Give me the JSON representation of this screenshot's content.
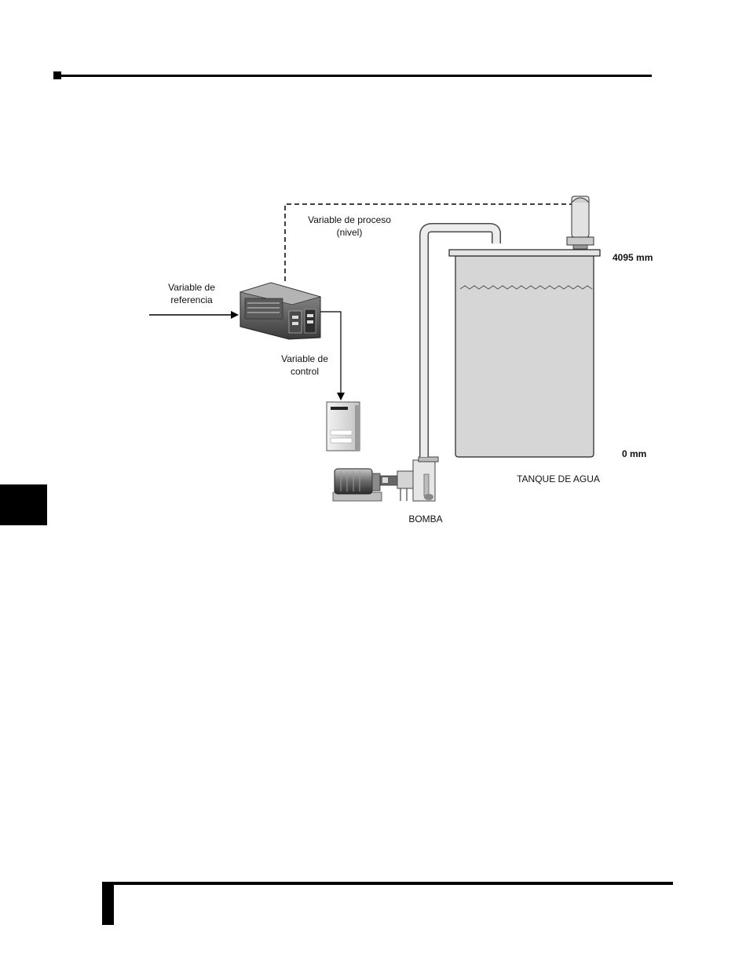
{
  "labels": {
    "process_variable_line1": "Variable de proceso",
    "process_variable_line2": "(nivel)",
    "reference_variable_line1": "Variable de",
    "reference_variable_line2": "referencia",
    "control_variable_line1": "Variable de",
    "control_variable_line2": "control",
    "level_max": "4095 mm",
    "level_min": "0 mm",
    "tank_label": "TANQUE DE AGUA",
    "pump_label": "BOMBA"
  },
  "icons": {
    "controller": "plc-controller-icon",
    "drive": "variable-frequency-drive-icon",
    "motor": "electric-motor-icon",
    "pump": "centrifugal-pump-icon",
    "sensor": "level-sensor-icon",
    "tank": "water-tank-icon"
  },
  "colors": {
    "line": "#000000",
    "tank_fill": "#d6d6d6",
    "pipe_fill": "#e8e8e8",
    "page_tab": "#000000"
  }
}
